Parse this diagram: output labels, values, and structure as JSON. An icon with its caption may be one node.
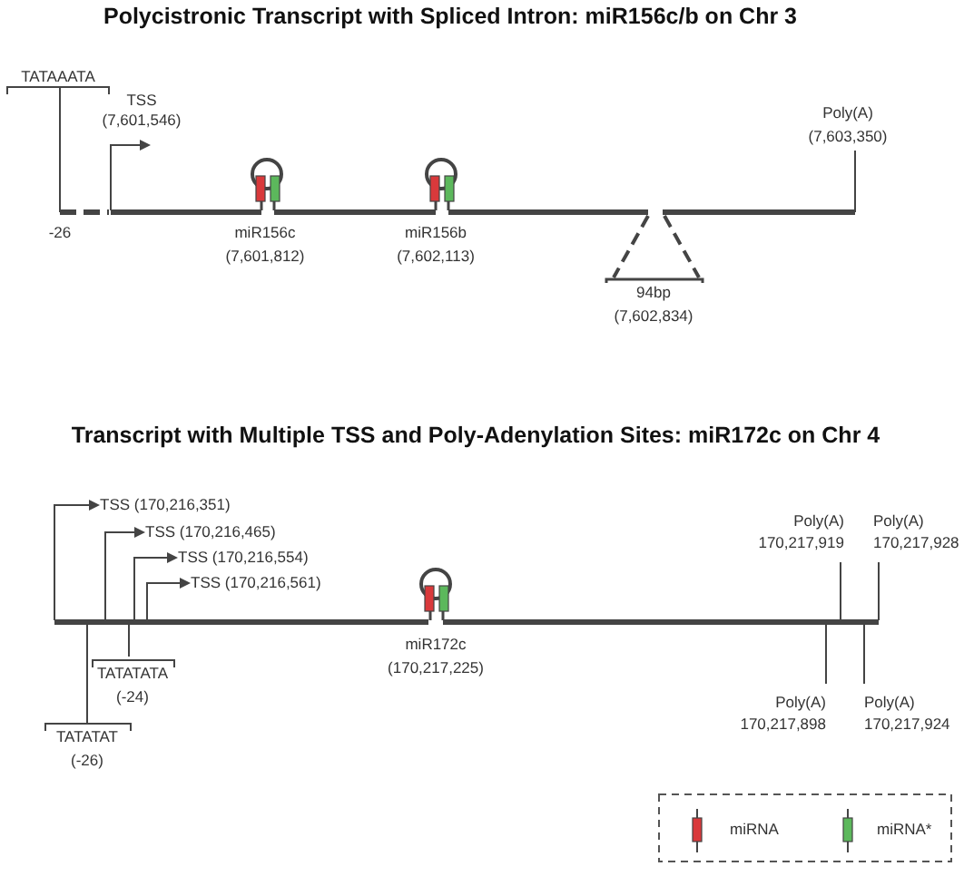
{
  "diagram": {
    "nodes": [
      {
        "text": [
          "TSS",
          "(7,601,546)"
        ]
      },
      {
        "text": [
          "TSS (170,216,351)"
        ]
      },
      {
        "text": [
          "TSS (170,216,465)"
        ]
      },
      {
        "text": [
          "TSS (170,216,554)"
        ]
      },
      {
        "text": [
          "TSS (170,216,561)"
        ]
      }
    ],
    "edges": [
      {
        "from": null,
        "to": 0,
        "arrow": "to"
      },
      {
        "from": null,
        "to": 1,
        "arrow": "to"
      },
      {
        "from": null,
        "to": 2,
        "arrow": "to"
      },
      {
        "from": null,
        "to": 3,
        "arrow": "to"
      },
      {
        "from": null,
        "to": 4,
        "arrow": "to"
      }
    ],
    "labels": [
      "Polycistronic Transcript with Spliced Intron: miR156c/b on Chr 3",
      "TATAAATA",
      "Poly(A)",
      "(7,603,350)",
      "-26",
      "miR156c",
      "(7,601,812)",
      "miR156b",
      "(7,602,113)",
      "94bp",
      "(7,602,834)",
      "Transcript with Multiple TSS and Poly-Adenylation Sites: miR172c on Chr 4",
      "Poly(A)",
      "170,217,919",
      "Poly(A)",
      "170,217,928",
      "miR172c",
      "(170,217,225)",
      "Poly(A)",
      "170,217,898",
      "Poly(A)",
      "170,217,924",
      "TATATATA",
      "(-24)",
      "TATATAT",
      "(-26)"
    ],
    "legend": [
      {
        "text": "miRNA",
        "color": "#d9393b"
      },
      {
        "text": "miRNA*",
        "color": "#5cb85c"
      }
    ]
  }
}
